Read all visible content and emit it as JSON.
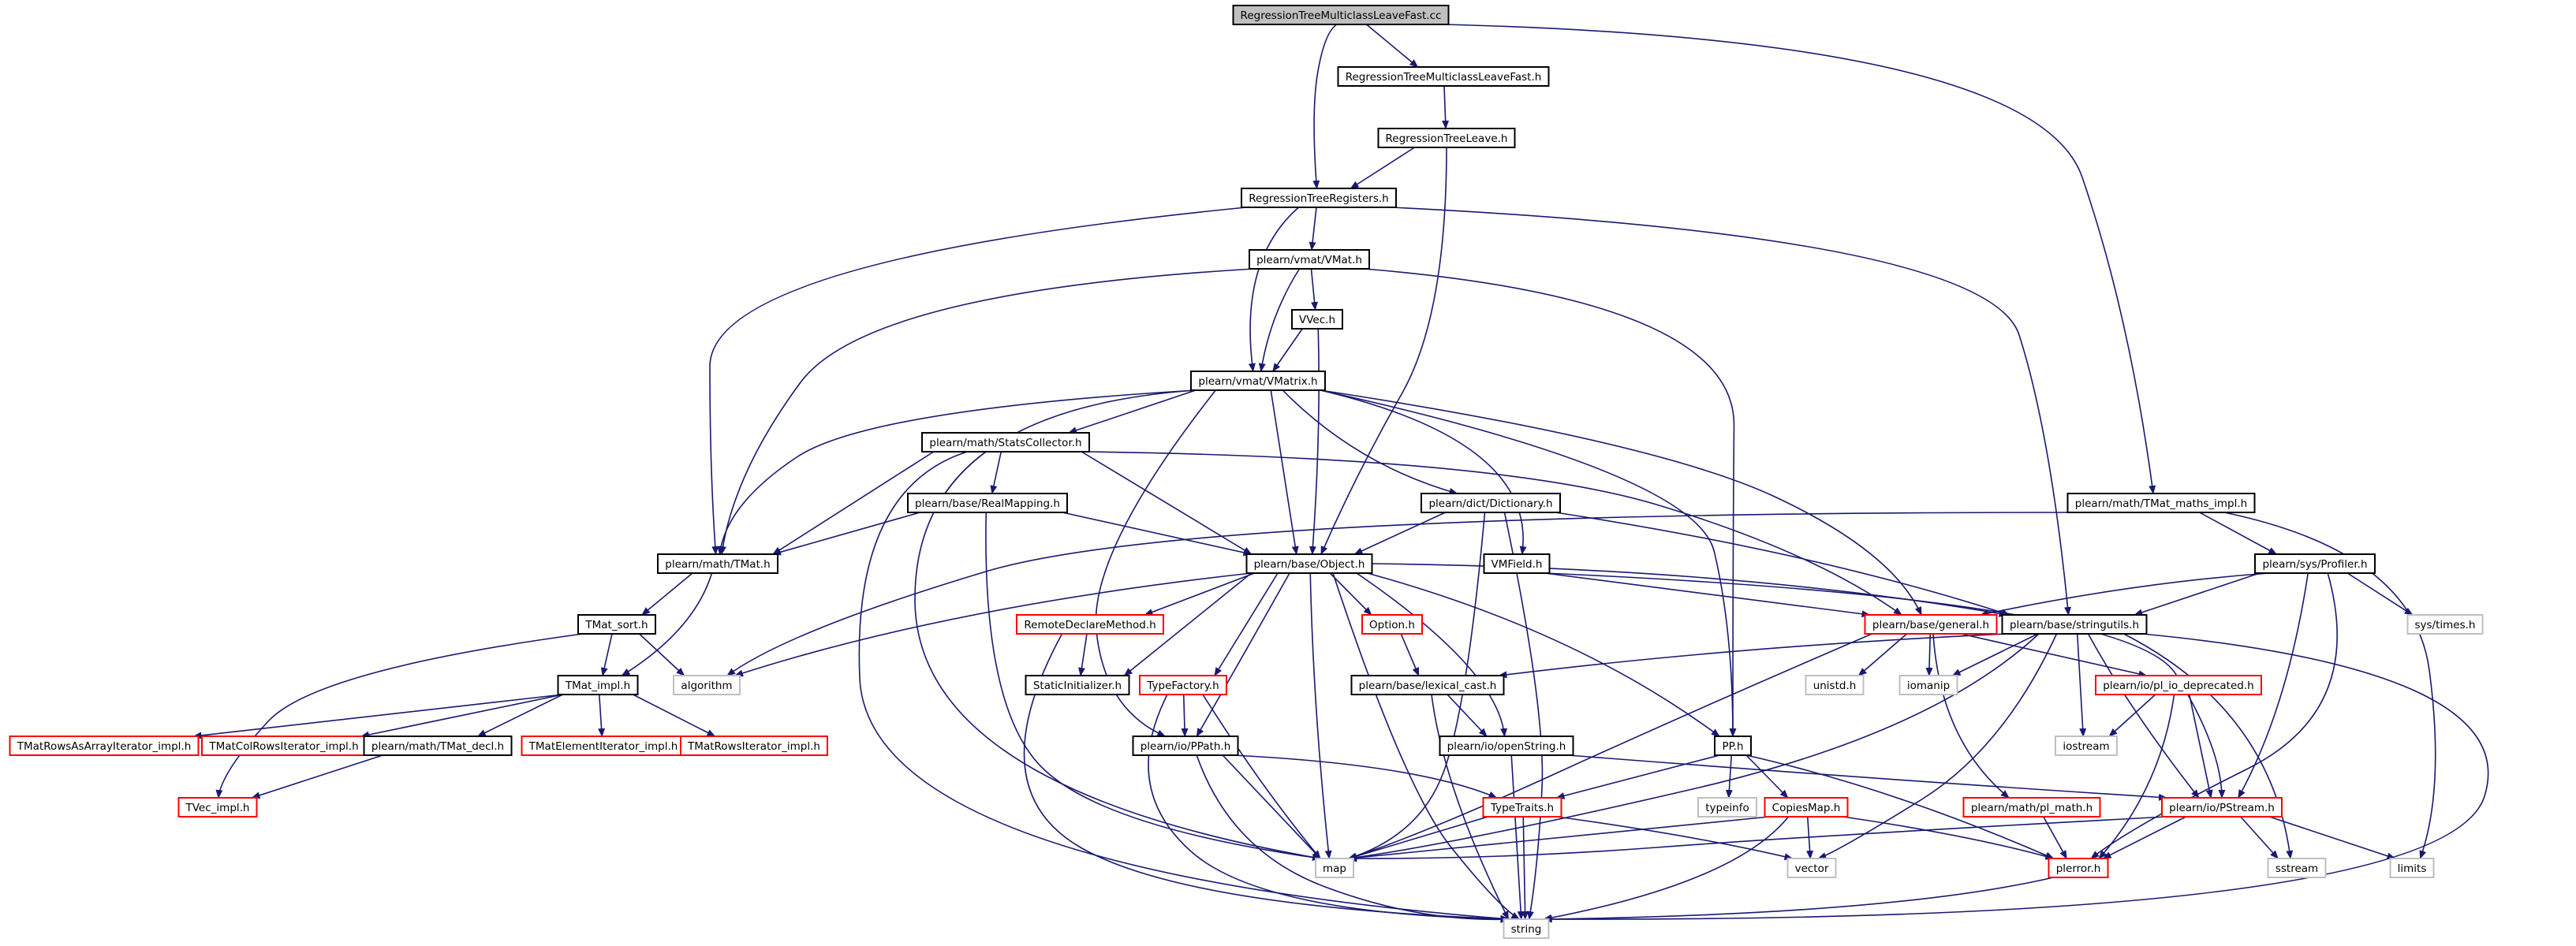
{
  "colors": {
    "edge": "#191970",
    "root_fill": "#bfbfbf",
    "normal_border": "#000000",
    "red_border": "#ff0000",
    "system_border": "#bfbfbf"
  },
  "nodes": {
    "root": "RegressionTreeMulticlassLeaveFast.cc",
    "mlf_h": "RegressionTreeMulticlassLeaveFast.h",
    "leave_h": "RegressionTreeLeave.h",
    "registers_h": "RegressionTreeRegisters.h",
    "vmat_h": "plearn/vmat/VMat.h",
    "vvec_h": "VVec.h",
    "vmatrix_h": "plearn/vmat/VMatrix.h",
    "statscollector_h": "plearn/math/StatsCollector.h",
    "realmapping_h": "plearn/base/RealMapping.h",
    "tmat_h": "plearn/math/TMat.h",
    "dictionary_h": "plearn/dict/Dictionary.h",
    "tmat_maths_impl_h": "plearn/math/TMat_maths_impl.h",
    "profiler_h": "plearn/sys/Profiler.h",
    "vmfield_h": "VMField.h",
    "object_h": "plearn/base/Object.h",
    "tmat_sort_h": "TMat_sort.h",
    "tmat_impl_h": "TMat_impl.h",
    "algorithm": "algorithm",
    "remotedeclare_h": "RemoteDeclareMethod.h",
    "staticinit_h": "StaticInitializer.h",
    "typefactory_h": "TypeFactory.h",
    "option_h": "Option.h",
    "lexical_cast_h": "plearn/base/lexical_cast.h",
    "general_h": "plearn/base/general.h",
    "stringutils_h": "plearn/base/stringutils.h",
    "systimes_h": "sys/times.h",
    "unistd_h": "unistd.h",
    "iomanip": "iomanip",
    "pl_io_deprecated_h": "plearn/io/pl_io_deprecated.h",
    "rowsasarray_h": "TMatRowsAsArrayIterator_impl.h",
    "colrows_h": "TMatColRowsIterator_impl.h",
    "tmat_decl_h": "plearn/math/TMat_decl.h",
    "elementiter_h": "TMatElementIterator_impl.h",
    "rowsiter_h": "TMatRowsIterator_impl.h",
    "ppath_h": "plearn/io/PPath.h",
    "openstring_h": "plearn/io/openString.h",
    "pp_h": "PP.h",
    "iostream": "iostream",
    "tvec_impl_h": "TVec_impl.h",
    "typetraits_h": "TypeTraits.h",
    "typeinfo": "typeinfo",
    "copiesmap_h": "CopiesMap.h",
    "pl_math_h": "plearn/math/pl_math.h",
    "pstream_h": "plearn/io/PStream.h",
    "map": "map",
    "vector": "vector",
    "plerror_h": "plerror.h",
    "sstream": "sstream",
    "limits": "limits",
    "string": "string"
  }
}
